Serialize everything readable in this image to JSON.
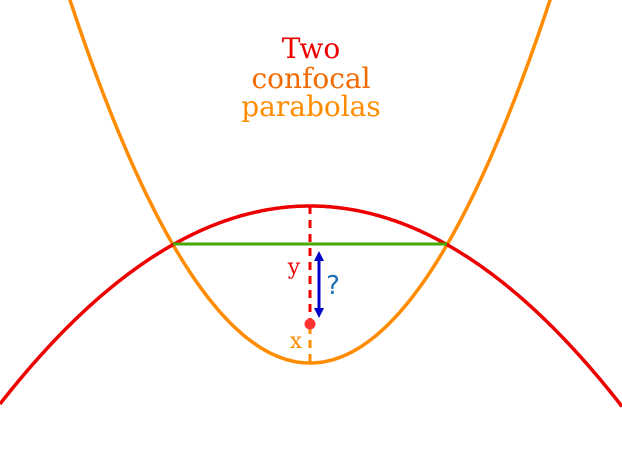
{
  "title": {
    "line1": "Two",
    "line2": "confocal",
    "line3": "parabolas"
  },
  "labels": {
    "y": "y",
    "x": "x",
    "question": "?"
  },
  "colors": {
    "red": "#ee0000",
    "orange": "#ff8c00",
    "title_orange_dark": "#f26a00",
    "green": "#44aa00",
    "blue": "#0000cc",
    "question_blue": "#1f6fb5",
    "focus": "#ff3333"
  }
}
